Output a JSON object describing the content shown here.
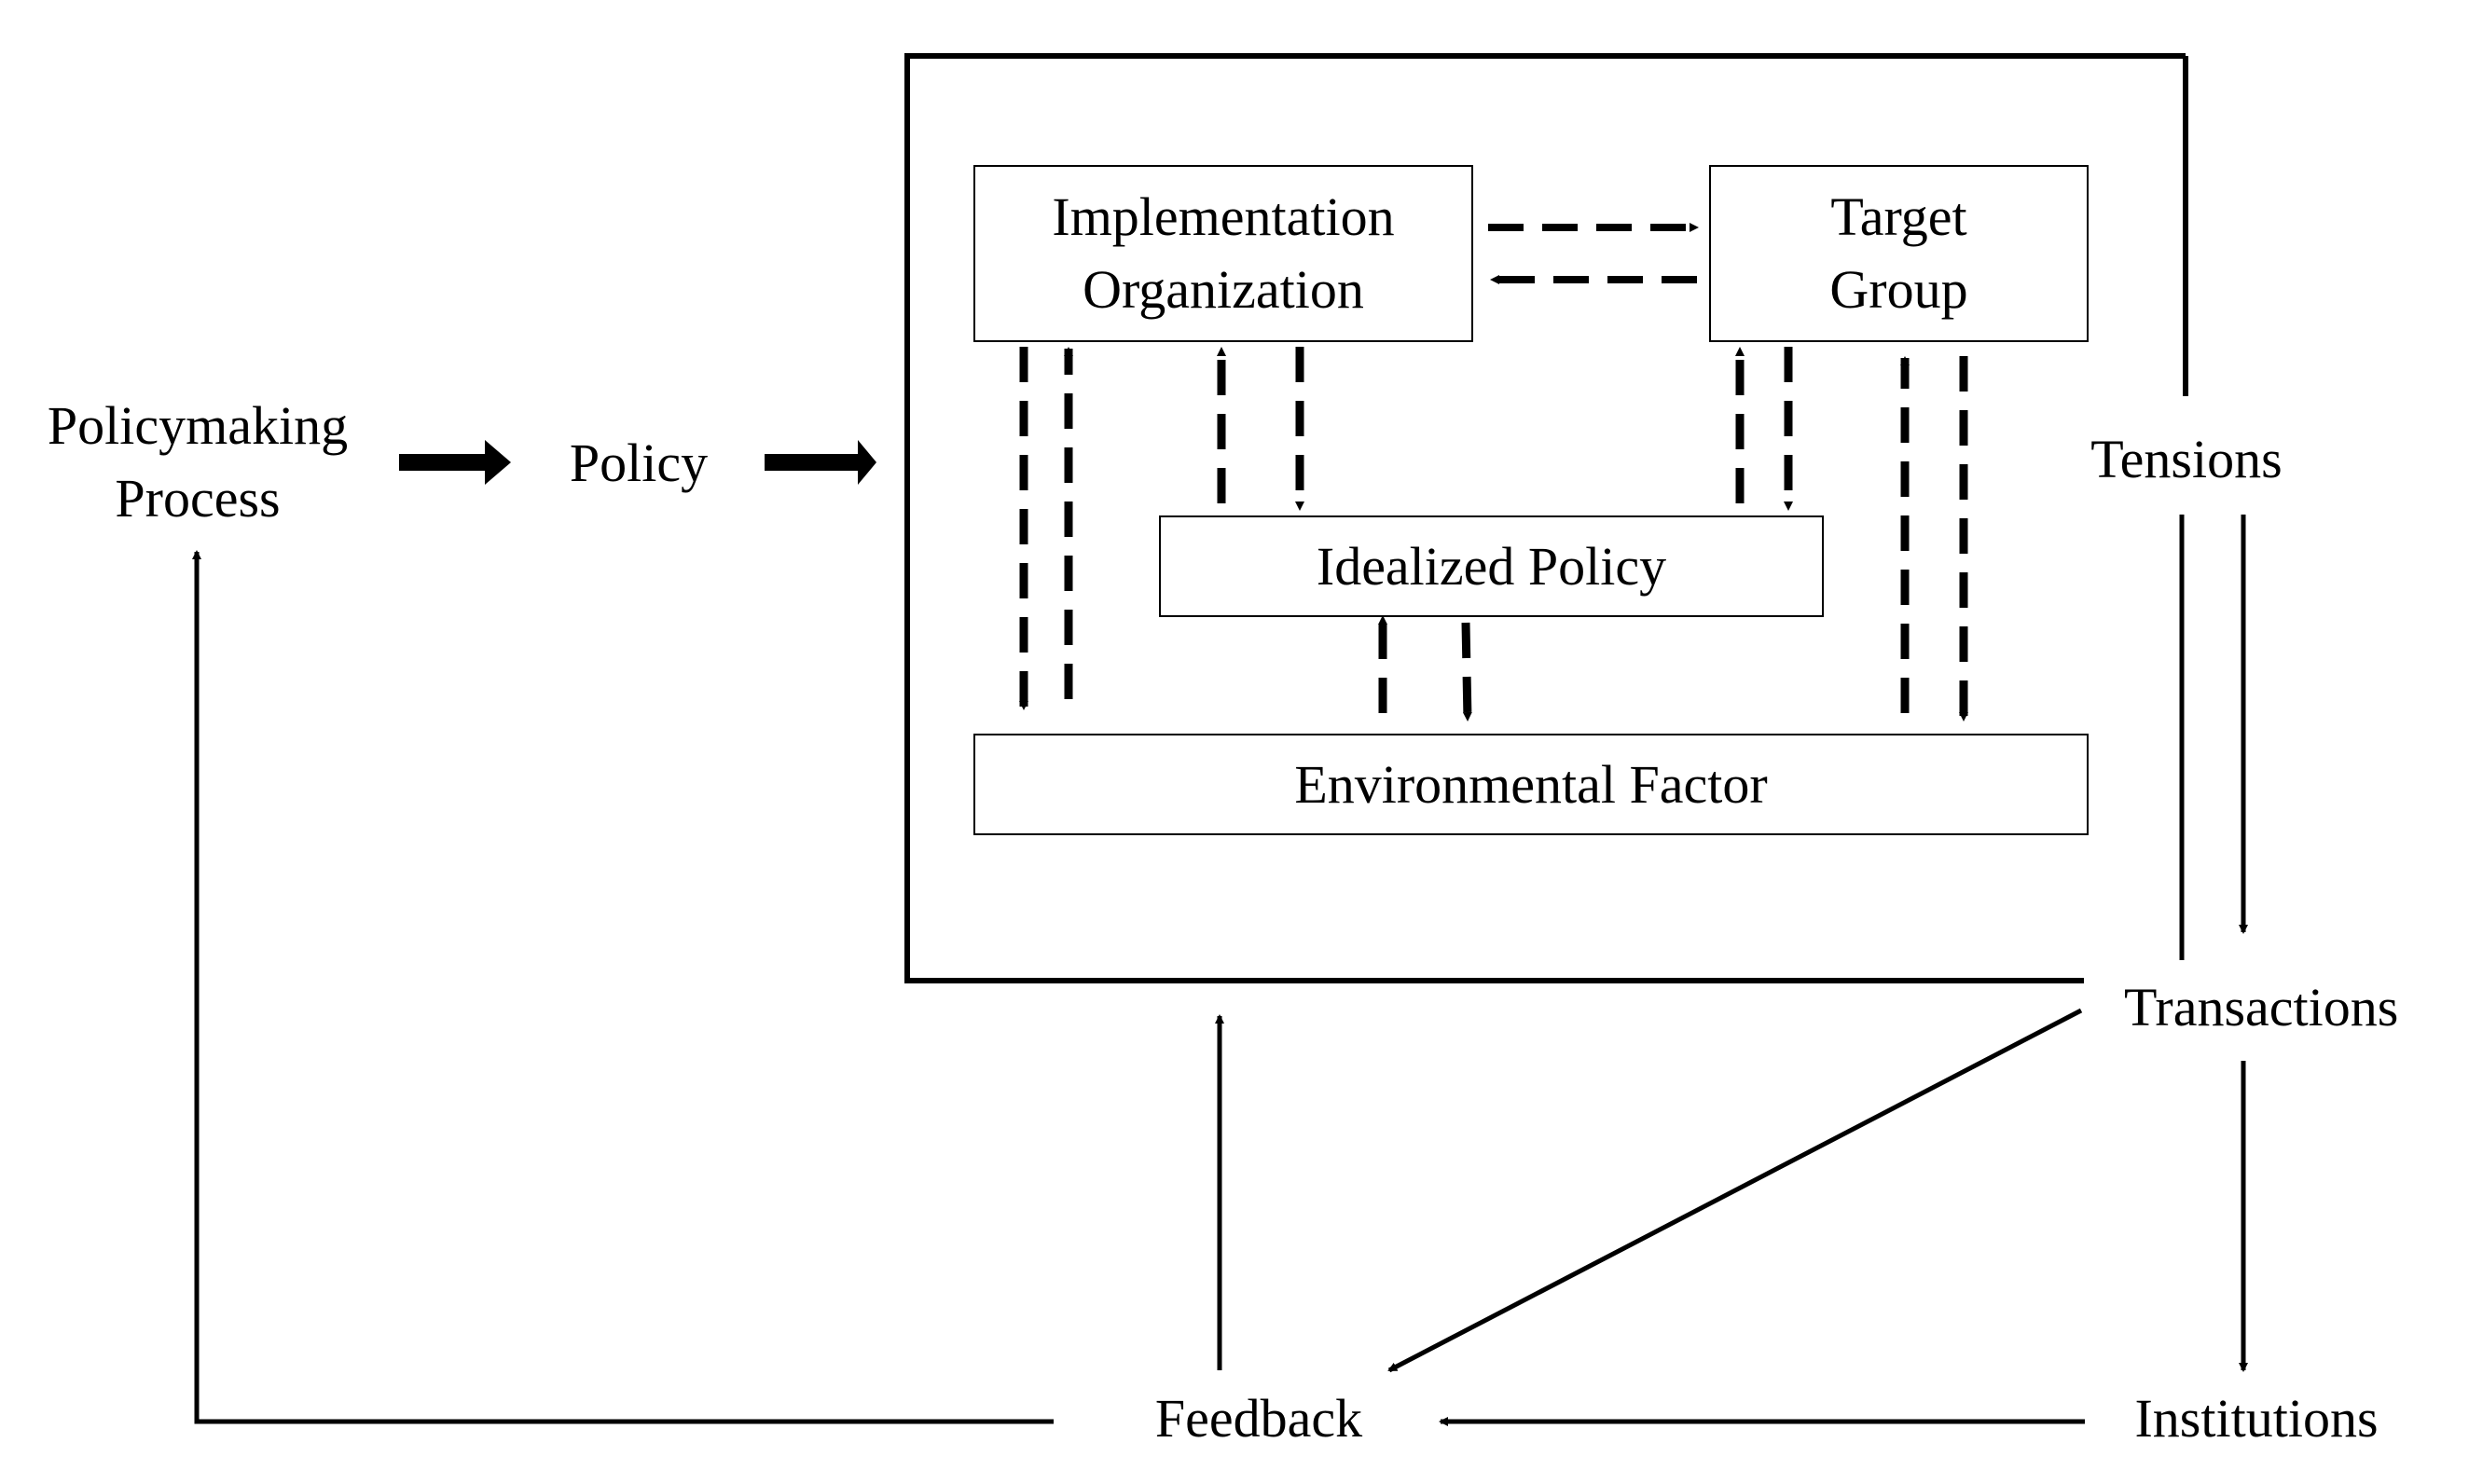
{
  "labels": {
    "policymaking_process": [
      "Policymaking",
      "Process"
    ],
    "policy": "Policy",
    "implementation_organization": [
      "Implementation",
      "Organization"
    ],
    "target_group": [
      "Target",
      "Group"
    ],
    "idealized_policy": "Idealized Policy",
    "environmental_factor": "Environmental Factor",
    "tensions": "Tensions",
    "transactions": "Transactions",
    "institutions": "Institutions",
    "feedback": "Feedback"
  }
}
